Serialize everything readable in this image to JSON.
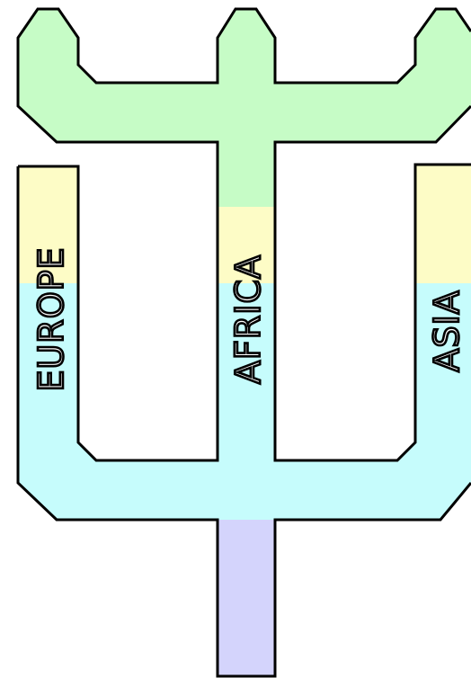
{
  "diagram": {
    "labels": {
      "left": "EUROPE",
      "center": "AFRICA",
      "right": "ASIA"
    },
    "colors": {
      "top_fork": "#c6fcc6",
      "middle_band": "#fdfcc6",
      "lower_fork": "#c6fcfc",
      "handle": "#d4d4fc",
      "outline": "#000000",
      "background": "#ffffff"
    }
  }
}
